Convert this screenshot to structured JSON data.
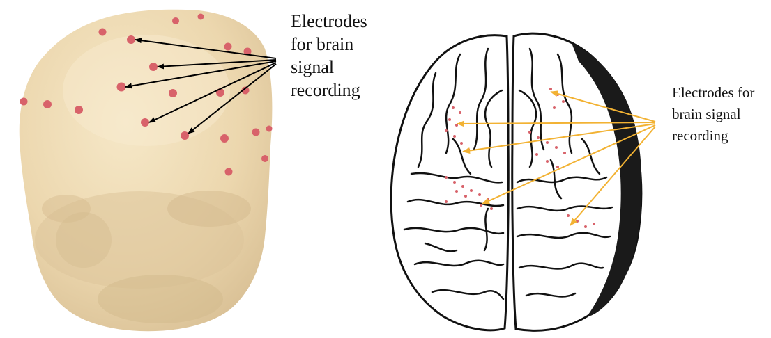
{
  "colors": {
    "head_skin": "#efdcb6",
    "head_shadow": "#d9c39a",
    "electrode": "#d8626a",
    "left_arrow": "#000000",
    "right_arrow": "#f2b233",
    "brain_outline": "#111111",
    "brain_fill": "#ffffff"
  },
  "left_panel": {
    "label_lines": [
      "Electrodes",
      "for brain",
      "signal",
      "recording"
    ]
  },
  "right_panel": {
    "label_lines": [
      "Electrodes for",
      "brain signal",
      "recording"
    ]
  }
}
